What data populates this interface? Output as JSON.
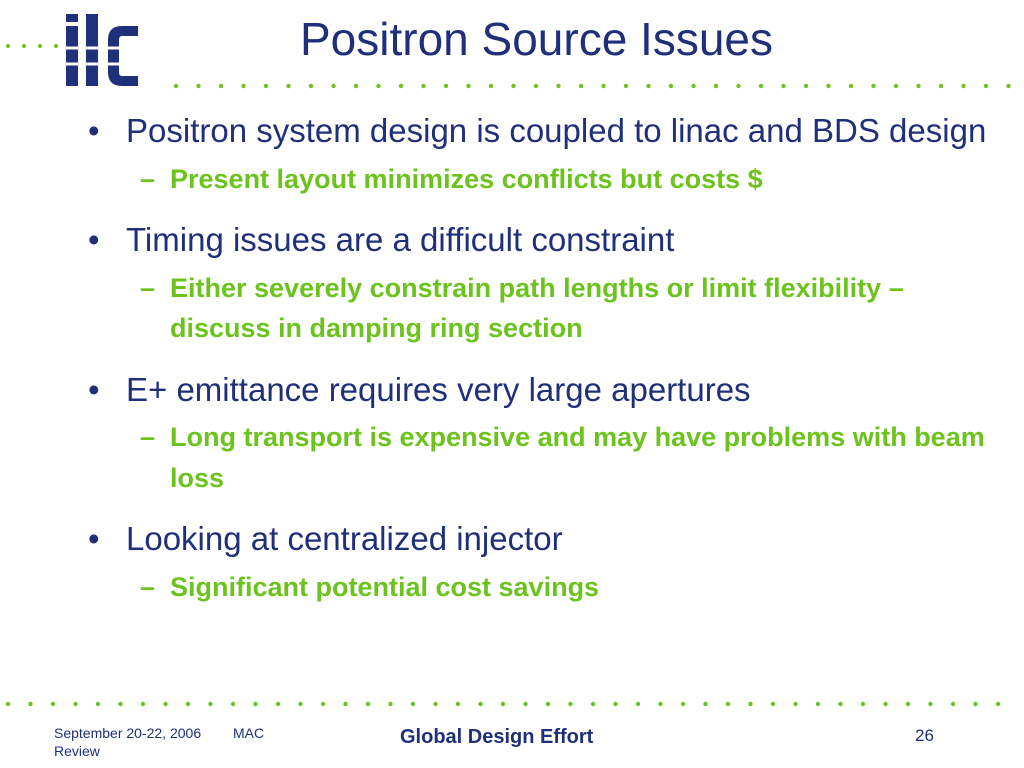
{
  "header": {
    "title": "Positron Source Issues",
    "logo_text": "ilc"
  },
  "colors": {
    "primary": "#1f2f7a",
    "accent": "#6cc31e"
  },
  "bullets": [
    {
      "text": "Positron system design is coupled to linac and BDS design",
      "sub": [
        "Present layout minimizes conflicts but costs $"
      ]
    },
    {
      "text": "Timing issues are a difficult constraint",
      "sub": [
        "Either severely constrain path lengths or limit flexibility – discuss in damping ring section"
      ]
    },
    {
      "text": "E+ emittance requires very large apertures",
      "sub": [
        "Long transport is expensive and may have problems with beam loss"
      ]
    },
    {
      "text": "Looking at centralized injector",
      "sub": [
        "Significant potential cost savings"
      ]
    }
  ],
  "footer": {
    "date": "September 20-22, 2006",
    "event": "MAC Review",
    "center": "Global Design Effort",
    "page": "26"
  }
}
